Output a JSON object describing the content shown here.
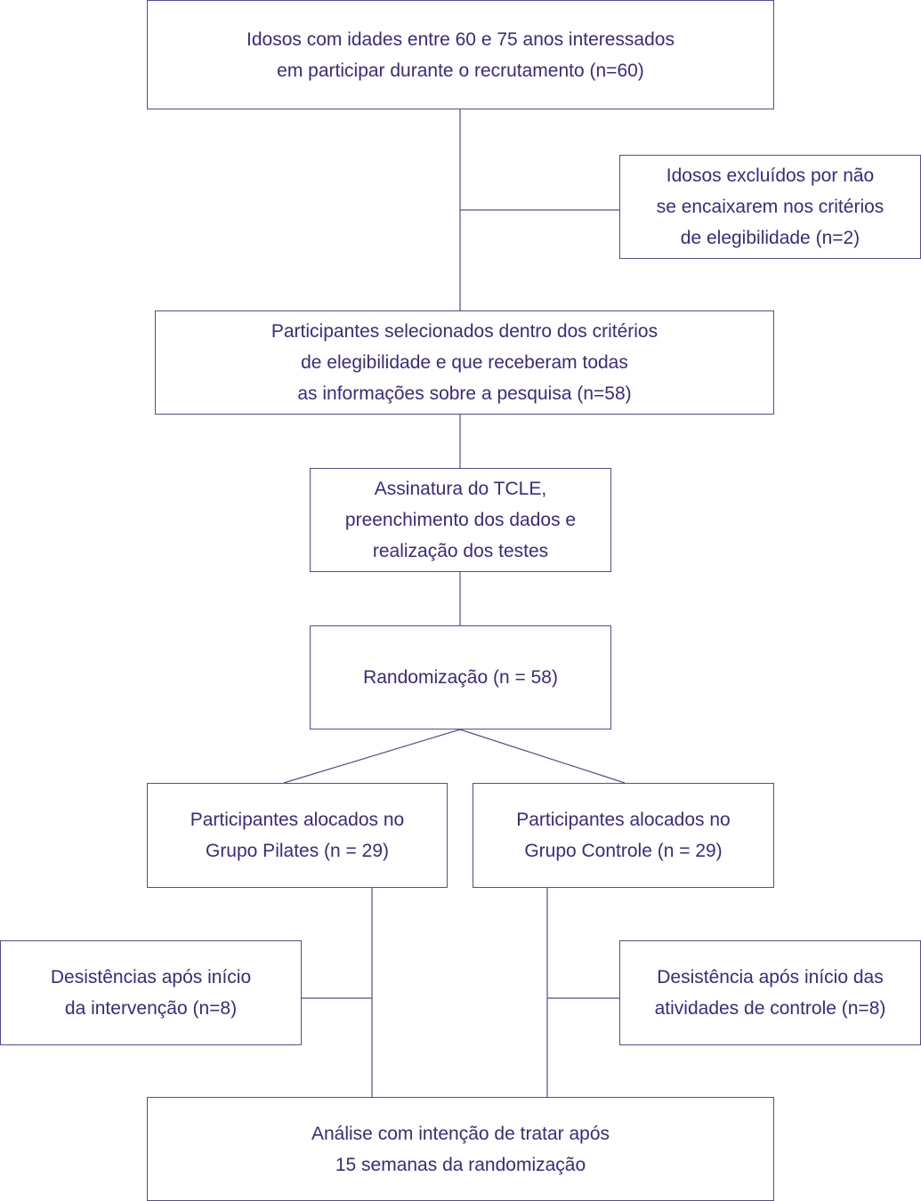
{
  "colors": {
    "text": "#3d2a7a",
    "line": "#5b4a8f",
    "background": "#ffffff"
  },
  "nodes": {
    "recruitment": {
      "lines": [
        "Idosos com idades entre 60 e 75 anos interessados",
        "em participar durante o recrutamento (n=60)"
      ]
    },
    "excluded": {
      "lines": [
        "Idosos excluídos por não",
        "se encaixarem nos critérios",
        "de elegibilidade (n=2)"
      ]
    },
    "selected": {
      "lines": [
        "Participantes selecionados dentro dos critérios",
        "de elegibilidade e que receberam todas",
        "as informações sobre a pesquisa (n=58)"
      ]
    },
    "tcle": {
      "lines": [
        "Assinatura do TCLE,",
        "preenchimento dos dados e",
        "realização dos testes"
      ]
    },
    "randomization": {
      "lines": [
        "Randomização (n = 58)"
      ]
    },
    "pilates_group": {
      "lines": [
        "Participantes alocados no",
        "Grupo Pilates (n = 29)"
      ]
    },
    "control_group": {
      "lines": [
        "Participantes alocados no",
        "Grupo Controle (n = 29)"
      ]
    },
    "pilates_dropouts": {
      "lines": [
        "Desistências após início",
        "da intervenção (n=8)"
      ]
    },
    "control_dropouts": {
      "lines": [
        "Desistência após início das",
        "atividades de controle (n=8)"
      ]
    },
    "analysis": {
      "lines": [
        "Análise com intenção de tratar após",
        "15 semanas da randomização"
      ]
    }
  }
}
